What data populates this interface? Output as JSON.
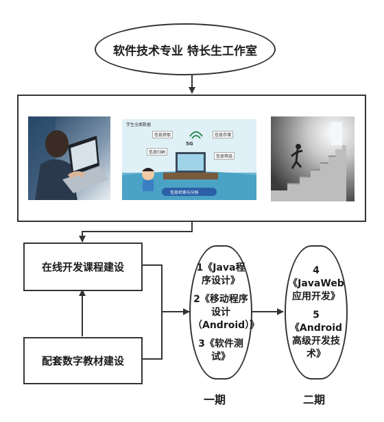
{
  "title": "软件技术专业  特长生工作室",
  "boxes": {
    "online_course": "在线开发课程建设",
    "digital_textbook": "配套数字教材建设"
  },
  "phase1": {
    "label": "一期",
    "items": [
      "1《Java程序设计》",
      "2《移动程序设计（Android）》",
      "3《软件测试》"
    ]
  },
  "phase2": {
    "label": "二期",
    "items": [
      "4《JavaWeb应用开发》",
      "5《Android高级开发技术》"
    ]
  },
  "center_image": {
    "header": "学生全面数据",
    "labels": [
      "信息获取",
      "5G",
      "信息存储",
      "信息归纳",
      "信息筛选",
      "信息检索与分析"
    ]
  }
}
